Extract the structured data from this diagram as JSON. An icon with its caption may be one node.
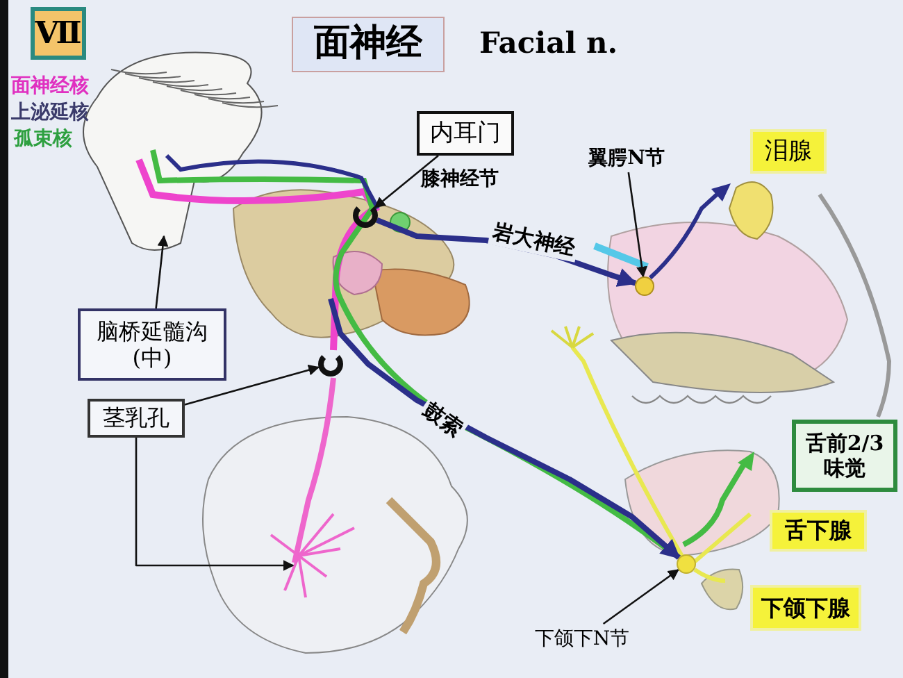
{
  "diagram": {
    "title": "面神经",
    "nodes": [
      {
        "text": [
          "Ⅶ"
        ]
      },
      {
        "text": [
          "内耳门"
        ]
      },
      {
        "text": [
          "泪腺"
        ]
      },
      {
        "text": [
          "脑桥延髓沟 (中)"
        ]
      },
      {
        "text": [
          "茎乳孔"
        ]
      },
      {
        "text": [
          "舌前2/3 味觉"
        ]
      },
      {
        "text": [
          "舌下腺"
        ]
      },
      {
        "text": [
          "下颌下腺"
        ]
      },
      {
        "text": [
          "翼腭N节"
        ]
      },
      {
        "text": [
          "下颌下N节"
        ]
      },
      {
        "text": [],
        "shape": "circle"
      },
      {
        "text": [],
        "shape": "circle"
      },
      {
        "text": [],
        "shape": "circle"
      },
      {
        "text": [],
        "shape": "circle"
      }
    ],
    "edges": [
      {
        "from": 1,
        "to": 10,
        "arrow": "to"
      },
      {
        "from": 3,
        "to": null,
        "arrow": "to"
      },
      {
        "from": 4,
        "to": 11,
        "arrow": "to"
      },
      {
        "from": 4,
        "to": null,
        "arrow": "to"
      },
      {
        "from": 8,
        "to": 12,
        "arrow": "to"
      },
      {
        "from": 9,
        "to": 13,
        "arrow": "to"
      },
      {
        "from": 10,
        "to": 12,
        "arrow": "to",
        "label": "岩大神经",
        "style": "thick",
        "color": "#2b2f8a"
      },
      {
        "from": null,
        "to": 13,
        "arrow": "to",
        "label": "鼓索",
        "style": "thick",
        "color": "#2b2f8a"
      }
    ],
    "labels": [
      "Facial n.",
      "面神经核",
      "上泌延核",
      "孤束核",
      "膝神经节"
    ]
  }
}
